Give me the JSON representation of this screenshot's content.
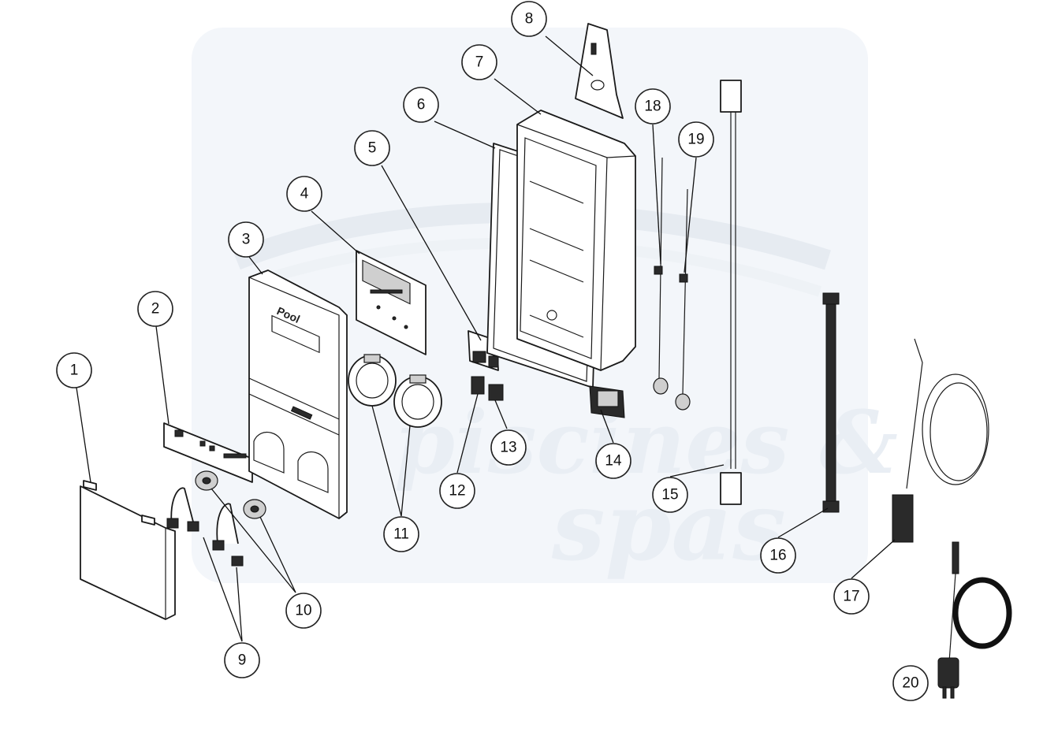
{
  "watermark": {
    "line1": "piscines &",
    "line2": "spas"
  },
  "device_logo": "Pool",
  "callouts": [
    {
      "id": "callout-1",
      "label": "1"
    },
    {
      "id": "callout-2",
      "label": "2"
    },
    {
      "id": "callout-3",
      "label": "3"
    },
    {
      "id": "callout-4",
      "label": "4"
    },
    {
      "id": "callout-5",
      "label": "5"
    },
    {
      "id": "callout-6",
      "label": "6"
    },
    {
      "id": "callout-7",
      "label": "7"
    },
    {
      "id": "callout-8",
      "label": "8"
    },
    {
      "id": "callout-9",
      "label": "9"
    },
    {
      "id": "callout-10",
      "label": "10"
    },
    {
      "id": "callout-11",
      "label": "11"
    },
    {
      "id": "callout-12",
      "label": "12"
    },
    {
      "id": "callout-13",
      "label": "13"
    },
    {
      "id": "callout-14",
      "label": "14"
    },
    {
      "id": "callout-15",
      "label": "15"
    },
    {
      "id": "callout-16",
      "label": "16"
    },
    {
      "id": "callout-17",
      "label": "17"
    },
    {
      "id": "callout-18",
      "label": "18"
    },
    {
      "id": "callout-19",
      "label": "19"
    },
    {
      "id": "callout-20",
      "label": "20"
    }
  ]
}
